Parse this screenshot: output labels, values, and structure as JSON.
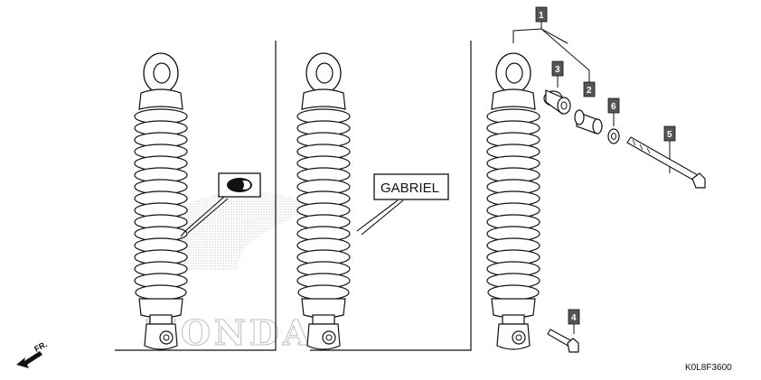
{
  "diagram": {
    "brand_label": "GABRIEL",
    "drawing_code": "K0L8F3600",
    "direction_label": "FR.",
    "watermark_text": "HONDA",
    "callouts": [
      {
        "id": "callout-1",
        "label": "1"
      },
      {
        "id": "callout-2",
        "label": "2"
      },
      {
        "id": "callout-3",
        "label": "3"
      },
      {
        "id": "callout-4",
        "label": "4"
      },
      {
        "id": "callout-5",
        "label": "5"
      },
      {
        "id": "callout-6",
        "label": "6"
      }
    ],
    "colors": {
      "line": "#111111",
      "tag_fill": "#555555",
      "watermark": "#bfbfbf"
    }
  }
}
